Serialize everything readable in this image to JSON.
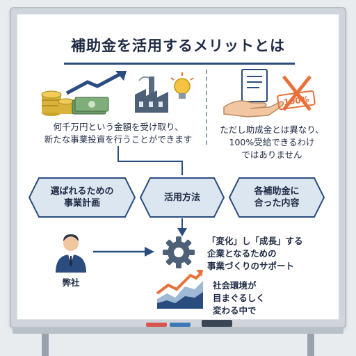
{
  "title": "補助金を活用するメリットとは",
  "benefit_text": [
    "何千万円という金額を受け取り、",
    "新たな事業投資を行うことができます"
  ],
  "caution_text": [
    "ただし助成金とは異なり、",
    "100%受給できるわけ",
    "ではありません"
  ],
  "stamp_text": "100%",
  "hexagons": {
    "left": "選ばれるための\n事業計画",
    "center": "活用方法",
    "right": "各補助金に\n合った内容"
  },
  "support_text": [
    "「変化」し「成長」する",
    "企業となるための",
    "事業づくりのサポート"
  ],
  "company_label": "弊社",
  "environment_text": [
    "社会環境が",
    "目まぐるしく",
    "変わる中で"
  ],
  "colors": {
    "navy": "#1f2a44",
    "accent_blue": "#2b4c7e",
    "light_blue": "#dce6f1",
    "orange": "#e8703a",
    "gold": "#c9a227"
  },
  "icons": [
    "coins-icon",
    "cash-icon",
    "growth-arrow-icon",
    "factory-icon",
    "lightbulb-icon",
    "document-icon",
    "hand-icon",
    "cross-icon",
    "person-icon",
    "gear-icon",
    "chart-icon"
  ]
}
